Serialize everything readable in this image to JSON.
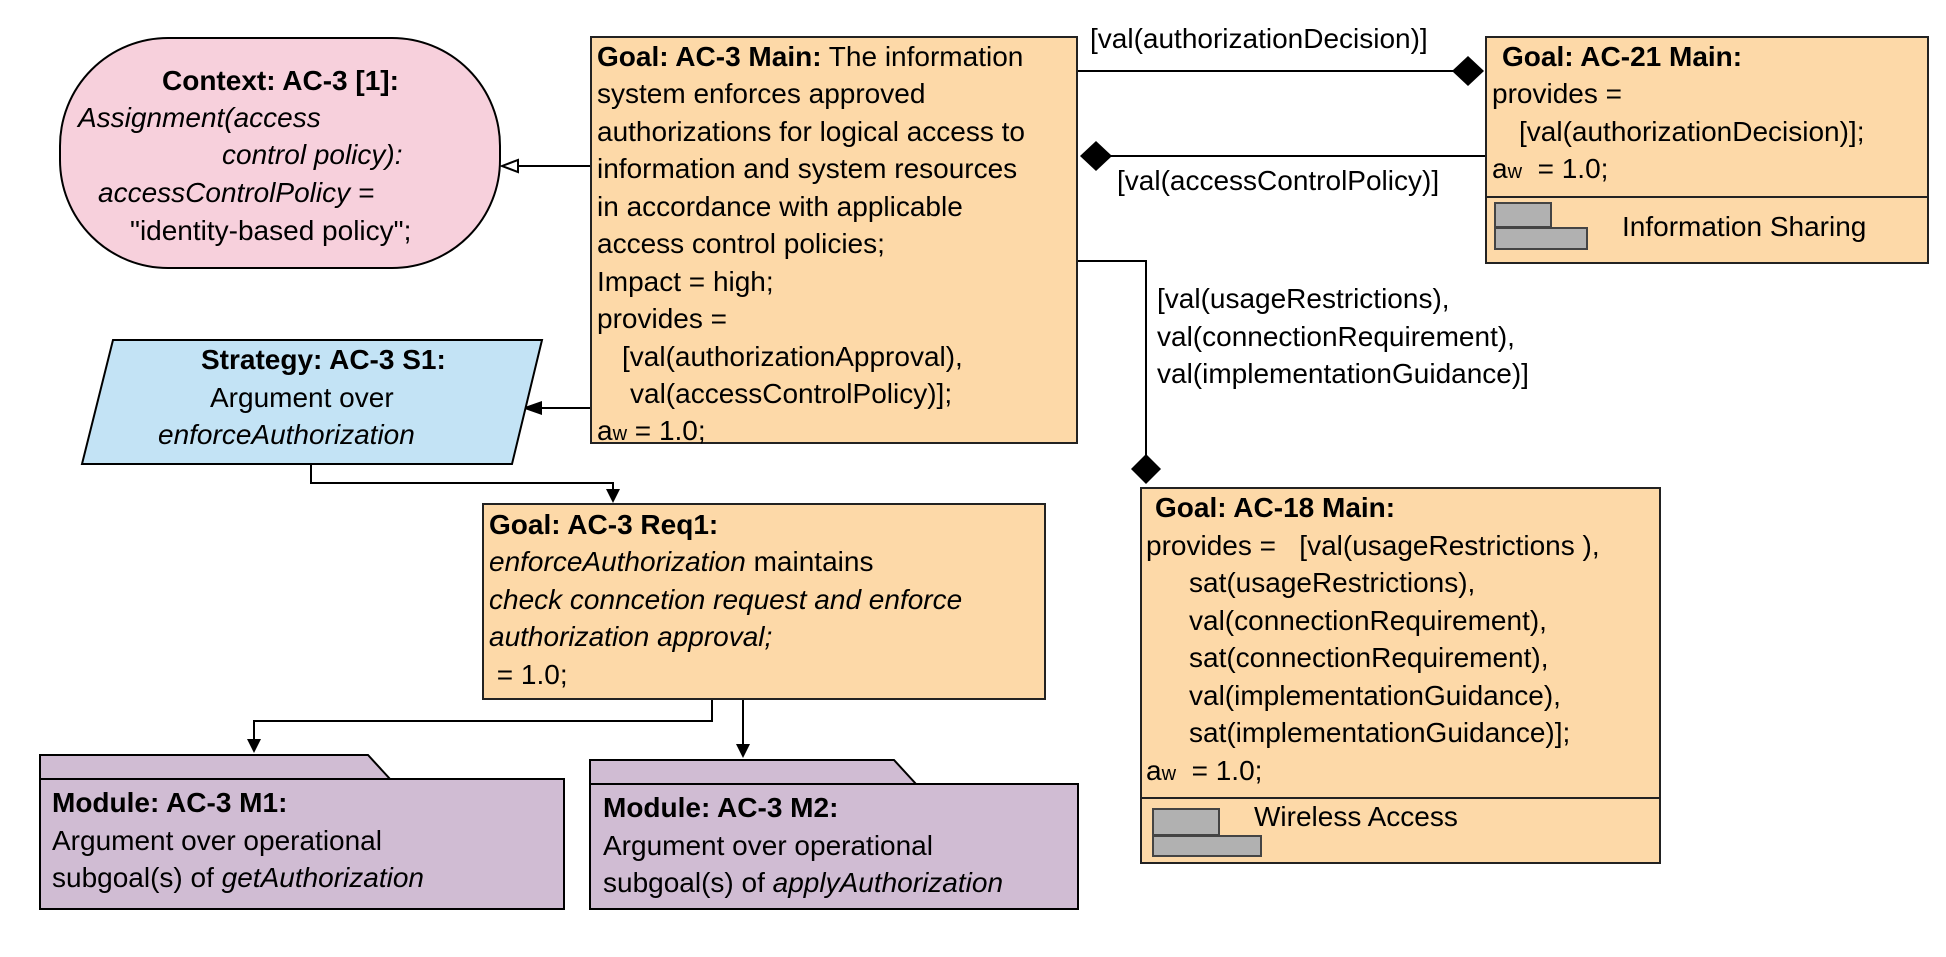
{
  "colors": {
    "goal_fill": "#fdd9a8",
    "context_fill": "#f7d0dc",
    "strategy_fill": "#c3e3f5",
    "module_fill": "#d0bcd3",
    "line": "#000000"
  },
  "context_ac3": {
    "title": "Context: AC-3 [1]:",
    "line1": "Assignment(access",
    "line2": "control policy):",
    "line3": "accessControlPolicy =",
    "line4": "\"identity-based policy\";"
  },
  "goal_ac3_main": {
    "title": "Goal: AC-3 Main:",
    "title_rest": " The information",
    "line2": "system enforces approved",
    "line3": "authorizations for logical access to",
    "line4": "information and system resources",
    "line5": "in accordance with applicable",
    "line6": "access control policies;",
    "line7": "Impact = high;",
    "line8": "provides =",
    "line9": "[val(authorizationApproval),",
    "line10": "val(accessControlPolicy)];",
    "aw_a": "a",
    "aw_w": "w",
    "aw_val": " = 1.0;"
  },
  "goal_ac21_main": {
    "title": "Goal: AC-21 Main:",
    "line2": "provides =",
    "line3": "[val(authorizationDecision)];",
    "aw_a": "a",
    "aw_w": "w",
    "aw_val": "  = 1.0;",
    "module_label": "Information Sharing"
  },
  "goal_ac18_main": {
    "title": "Goal: AC-18 Main:",
    "line2": "provides =   [val(usageRestrictions ),",
    "line3": "sat(usageRestrictions),",
    "line4": "val(connectionRequirement),",
    "line5": "sat(connectionRequirement),",
    "line6": "val(implementationGuidance),",
    "line7": "sat(implementationGuidance)];",
    "aw_a": "a",
    "aw_w": "w",
    "aw_val": "  = 1.0;",
    "module_label": "Wireless Access"
  },
  "strategy_ac3_s1": {
    "title": "Strategy: AC-3 S1:",
    "line2": "Argument over",
    "line3": "enforceAuthorization"
  },
  "goal_ac3_req1": {
    "title": "Goal: AC-3 Req1:",
    "line2_italic": "enforceAuthorization",
    "line2_rest": " maintains",
    "line3": "check conncetion request and enforce",
    "line4": "authorization approval;",
    "line5": " = 1.0;"
  },
  "module_ac3_m1": {
    "title": "Module: AC-3 M1:",
    "line2": "Argument over operational",
    "line3_plain": "subgoal(s) of ",
    "line3_italic": "getAuthorization"
  },
  "module_ac3_m2": {
    "title": "Module: AC-3 M2:",
    "line2": "Argument over operational",
    "line3_plain": "subgoal(s) of ",
    "line3_italic": "applyAuthorization"
  },
  "edge_labels": {
    "authorization_decision": "[val(authorizationDecision)]",
    "access_control_policy": "[val(accessControlPolicy)]",
    "usage_line1": "[val(usageRestrictions),",
    "usage_line2": "val(connectionRequirement),",
    "usage_line3": "val(implementationGuidance)]"
  }
}
